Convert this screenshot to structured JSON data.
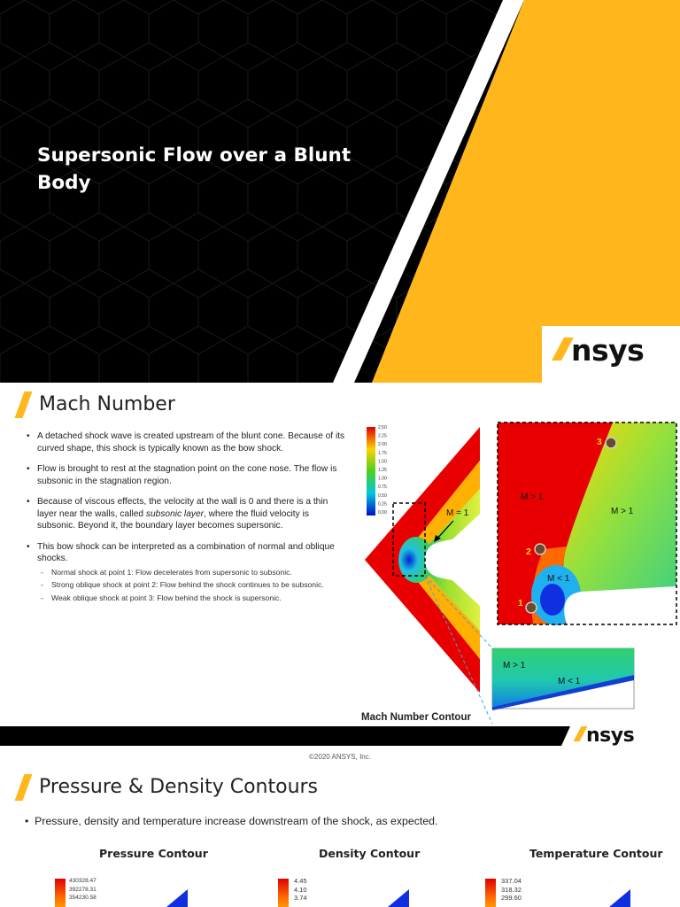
{
  "colors": {
    "accent": "#ffb71b",
    "slide_bg_dark": "#000000"
  },
  "slide1": {
    "title": "Supersonic Flow over a Blunt Body",
    "logo_text": "nsys"
  },
  "slide2": {
    "heading": "Mach Number",
    "bullets": [
      {
        "text": "A detached shock wave is created upstream of the blunt cone. Because of its curved shape, this shock is typically known as the bow shock."
      },
      {
        "text": "Flow is brought to rest at the stagnation point on the cone nose. The flow is subsonic in the stagnation region."
      },
      {
        "text_before": "Because of viscous effects, the velocity at the wall is 0 and there is a thin layer near the walls, called ",
        "text_italic": "subsonic layer",
        "text_after": ", where the fluid velocity is subsonic. Beyond it, the boundary layer becomes supersonic."
      },
      {
        "text": "This bow shock can be interpreted as a combination of normal and oblique shocks."
      }
    ],
    "sub_bullets": [
      "Normal shock at point 1: Flow decelerates from supersonic to subsonic.",
      "Strong oblique shock at point 2: Flow behind the shock continues to be subsonic.",
      "Weak oblique shock at point 3: Flow behind the shock is supersonic."
    ],
    "legend_values": [
      "2.50",
      "2.25",
      "2.00",
      "1.75",
      "1.50",
      "1.25",
      "1.00",
      "0.75",
      "0.50",
      "0.25",
      "0.00"
    ],
    "annotations": {
      "m_eq_1": "M = 1",
      "m_gt_1": "M > 1",
      "m_lt_1": "M < 1"
    },
    "points": [
      "1",
      "2",
      "3"
    ],
    "caption": "Mach Number Contour",
    "logo_text": "nsys"
  },
  "copyright": "©2020 ANSYS, Inc.",
  "slide3": {
    "heading": "Pressure & Density Contours",
    "bullet": "Pressure, density and temperature increase downstream of the shock, as expected.",
    "contours": [
      {
        "title": "Pressure Contour",
        "labels": [
          "430328.47",
          "392278.31",
          "354230.58"
        ]
      },
      {
        "title": "Density Contour",
        "labels": [
          "4.45",
          "4.10",
          "3.74"
        ]
      },
      {
        "title": "Temperature Contour",
        "labels": [
          "337.04",
          "318.32",
          "299.60"
        ]
      }
    ]
  }
}
